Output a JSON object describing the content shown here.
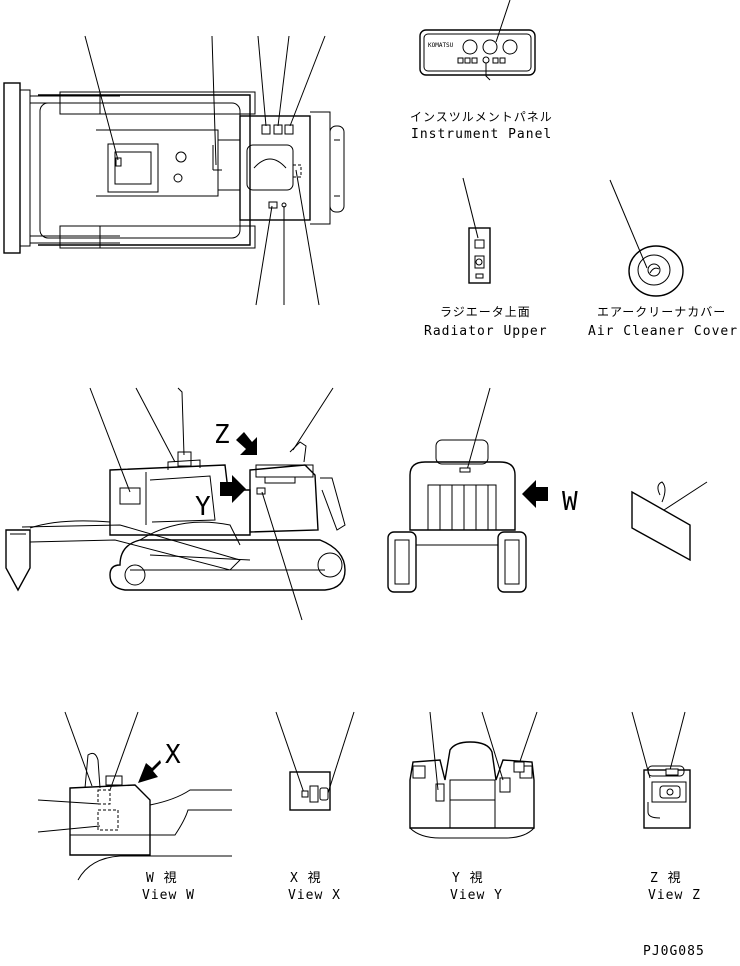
{
  "labels": {
    "instrument_panel_jp": "インスツルメントパネル",
    "instrument_panel_en": "Instrument Panel",
    "radiator_jp": "ラジエータ上面",
    "radiator_en": "Radiator Upper",
    "air_cleaner_jp": "エアークリーナカバー",
    "air_cleaner_en": "Air Cleaner Cover",
    "view_w_jp": "W 視",
    "view_w_en": "View W",
    "view_x_jp": "X 視",
    "view_x_en": "View X",
    "view_y_jp": "Y 視",
    "view_y_en": "View Y",
    "view_z_jp": "Z 視",
    "view_z_en": "View Z",
    "drawing_code": "PJ0G085"
  },
  "markers": {
    "z": "Z",
    "y": "Y",
    "w": "W",
    "x": "X"
  },
  "panel_brand": "KOMATSU"
}
